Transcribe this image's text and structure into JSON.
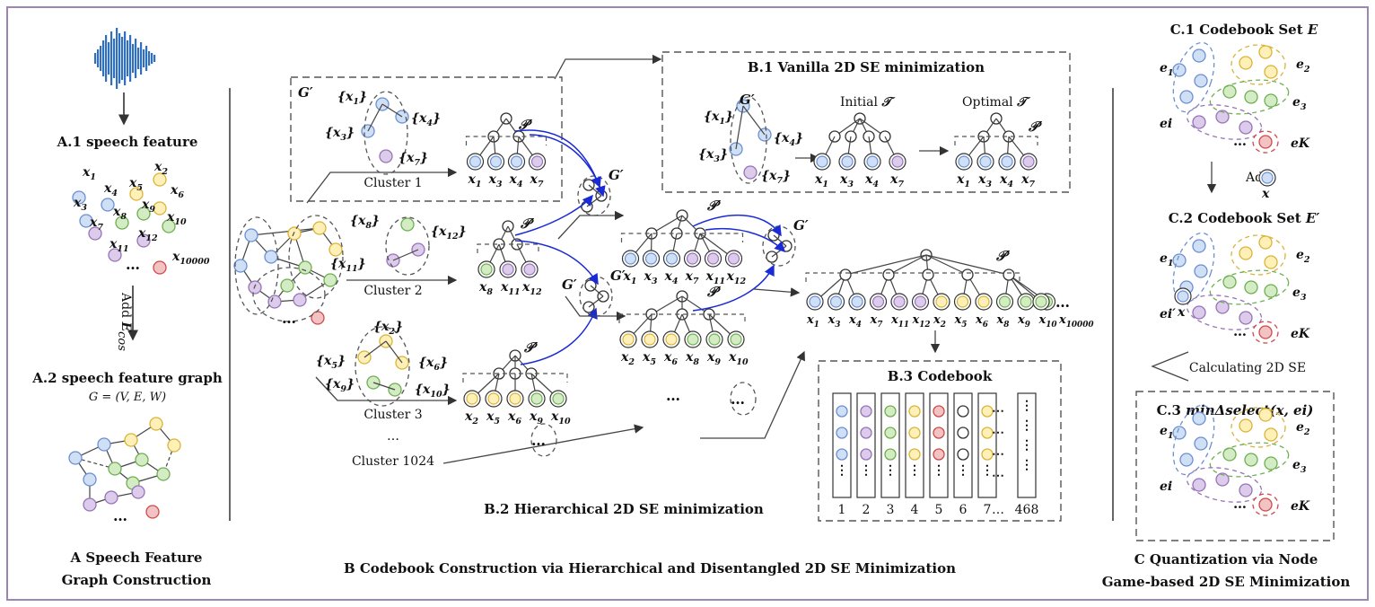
{
  "colors": {
    "frame": "#9b86b6",
    "blue": "#cfe0f6",
    "blue_s": "#6b8fcf",
    "yellow": "#fff0b8",
    "yellow_s": "#d9b43a",
    "green": "#d3ecc4",
    "green_s": "#6fae52",
    "purple": "#dccbea",
    "purple_s": "#9574b8",
    "red": "#f3c3c3",
    "red_s": "#cc4a4a",
    "arrow_blue": "#1a2bd6",
    "waveform": "#2f6fbd"
  },
  "sectionA": {
    "a1_title": "A.1 speech feature",
    "add_label": "Add ",
    "add_sym": "E",
    "add_sub": "cos",
    "a2_title": "A.2 speech feature graph",
    "a2_formula": "G = (V, E, W)",
    "caption_line1": "A Speech Feature",
    "caption_line2": "Graph Construction",
    "points": [
      "x1",
      "x2",
      "x3",
      "x4",
      "x5",
      "x6",
      "x7",
      "x8",
      "x9",
      "x10",
      "x11",
      "x12",
      "x10000"
    ],
    "ellipsis": "…"
  },
  "sectionB": {
    "b1_title": "B.1 Vanilla 2D SE minimization",
    "initial_label": "Initial ",
    "optimal_label": "Optimal ",
    "tree_sym": "𝒯",
    "b1_set_labels": [
      "{x1}",
      "{x4}",
      "{x3}",
      "{x7}"
    ],
    "b1_leaves": [
      "x1",
      "x3",
      "x4",
      "x7"
    ],
    "gprime": "G′",
    "pprime": "𝒫′",
    "cluster1": "Cluster 1",
    "cluster2": "Cluster 2",
    "cluster3": "Cluster 3",
    "cluster1024": "Cluster 1024",
    "dots": "…",
    "c1_sets": [
      "{x1}",
      "{x4}",
      "{x3}",
      "{x7}"
    ],
    "c2_sets": [
      "{x8}",
      "{x12}",
      "{x11}"
    ],
    "c3_sets": [
      "{x2}",
      "{x5}",
      "{x6}",
      "{x9}",
      "{x10}"
    ],
    "c1_leaves": [
      "x1",
      "x3",
      "x4",
      "x7"
    ],
    "c2_leaves": [
      "x8",
      "x11",
      "x12"
    ],
    "c3_leaves": [
      "x2",
      "x5",
      "x6",
      "x9",
      "x10"
    ],
    "h1_leaves": [
      "x1",
      "x3",
      "x4",
      "x7",
      "x11",
      "x12"
    ],
    "h2_leaves": [
      "x2",
      "x5",
      "x6",
      "x8",
      "x9",
      "x10"
    ],
    "big_leaves": [
      "x1",
      "x3",
      "x4",
      "x7",
      "x11",
      "x12",
      "x2",
      "x5",
      "x6",
      "x8",
      "x9",
      "x10"
    ],
    "big_last": "x10000",
    "b2_title": "B.2 Hierarchical 2D SE minimization",
    "b3_title": "B.3 Codebook",
    "codebook_cols": [
      "1",
      "2",
      "3",
      "4",
      "5",
      "6",
      "7",
      "…",
      "468"
    ],
    "caption": "B Codebook Construction via Hierarchical and Disentangled 2D SE Minimization"
  },
  "sectionC": {
    "c1_title": "C.1 Codebook Set ",
    "c1_sym": "E",
    "c2_title": "C.2 Codebook Set ",
    "c2_sym": "E′",
    "add": "Add",
    "x": "x",
    "e1": "e1",
    "e2": "e2",
    "e3": "e3",
    "ei": "ei",
    "eK": "eK",
    "ei_prime": "ei′",
    "calc": "Calculating 2D SE",
    "c3_title": "C.3 ",
    "c3_formula": "minΔselect(x, ei)",
    "caption_line1": "C Quantization via Node",
    "caption_line2": "Game-based 2D SE Minimization"
  }
}
